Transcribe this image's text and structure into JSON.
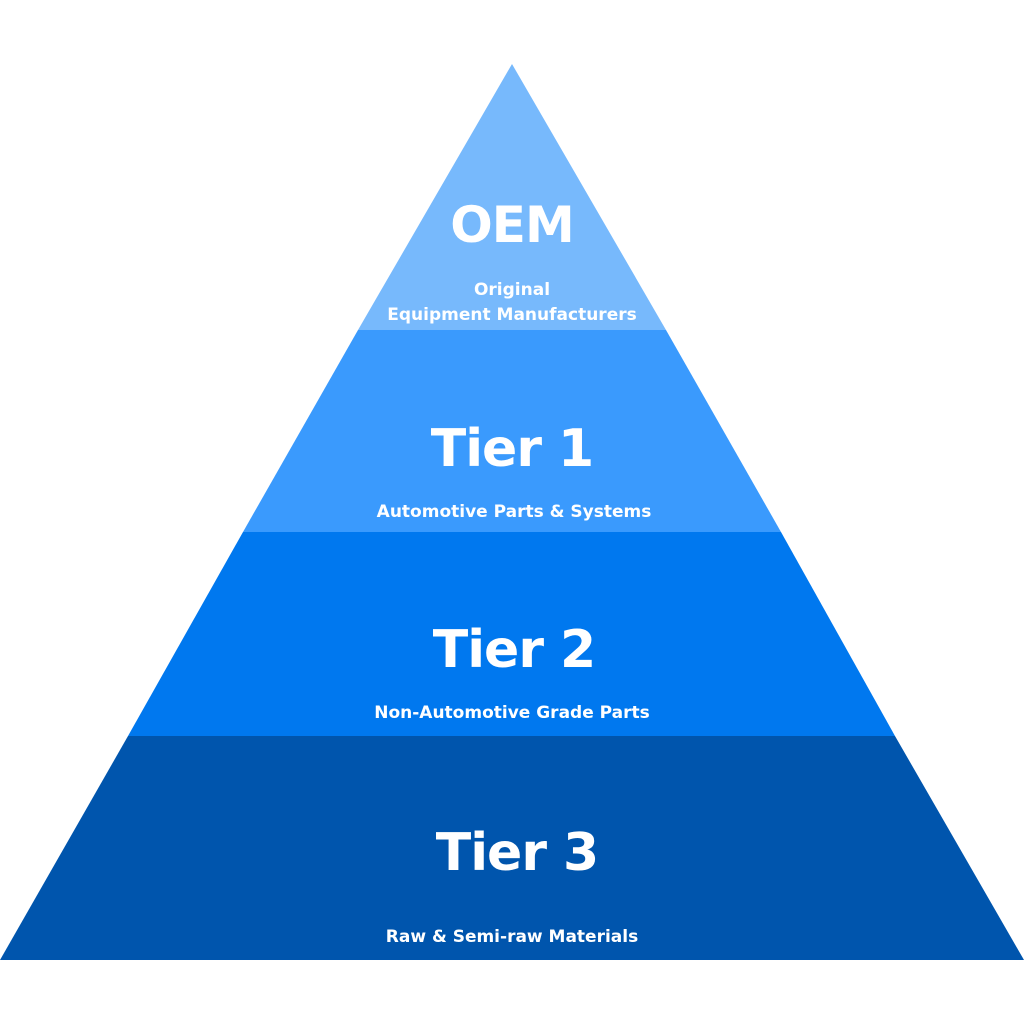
{
  "diagram": {
    "tiers": [
      {
        "title": "OEM",
        "subtitle_line1": "Original",
        "subtitle_line2": "Equipment Manufacturers",
        "color": "#77b9fc"
      },
      {
        "title": "Tier 1",
        "subtitle_line1": "Automotive Parts & Systems",
        "color": "#3a9afd"
      },
      {
        "title": "Tier 2",
        "subtitle_line1": "Non-Automotive Grade Parts",
        "color": "#0078ef"
      },
      {
        "title": "Tier 3",
        "subtitle_line1": "Raw & Semi-raw Materials",
        "color": "#0055ad"
      }
    ]
  }
}
